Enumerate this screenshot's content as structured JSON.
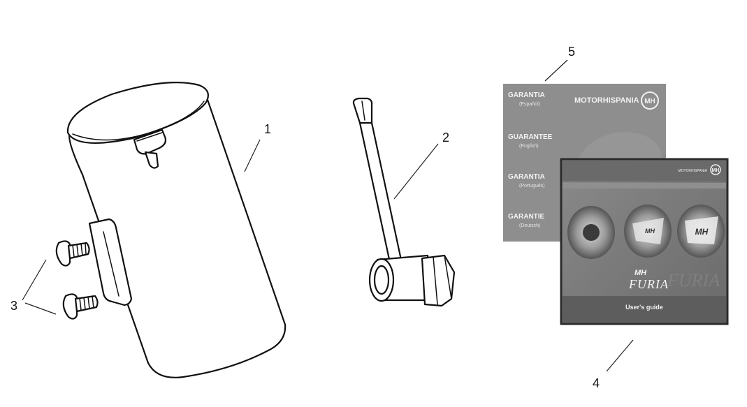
{
  "callouts": [
    {
      "id": "1",
      "label": "1"
    },
    {
      "id": "2",
      "label": "2"
    },
    {
      "id": "3",
      "label": "3"
    },
    {
      "id": "4",
      "label": "4"
    },
    {
      "id": "5",
      "label": "5"
    }
  ],
  "guarantee_booklet": {
    "brand": "MOTORHISPANIA",
    "logo_letters": "MH",
    "sections": [
      {
        "title": "GARANTIA",
        "language": "(Español)"
      },
      {
        "title": "GUARANTEE",
        "language": "(English)"
      },
      {
        "title": "GARANTIA",
        "language": "(Português)"
      },
      {
        "title": "GARANTIE",
        "language": "(Deutsch)"
      }
    ]
  },
  "user_guide": {
    "brand": "MOTORHISPANIA",
    "model_logo_top": "MH",
    "model_logo_bottom": "FURIA",
    "footer": "User's guide",
    "wheel_badge_1": "MH",
    "wheel_badge_2": "MH"
  },
  "colors": {
    "guarantee_bg": "#8e8e8e",
    "guide_bg": "#7a7a7a",
    "guide_border": "#2b2b2b",
    "guide_band": "#5d5d5d"
  }
}
